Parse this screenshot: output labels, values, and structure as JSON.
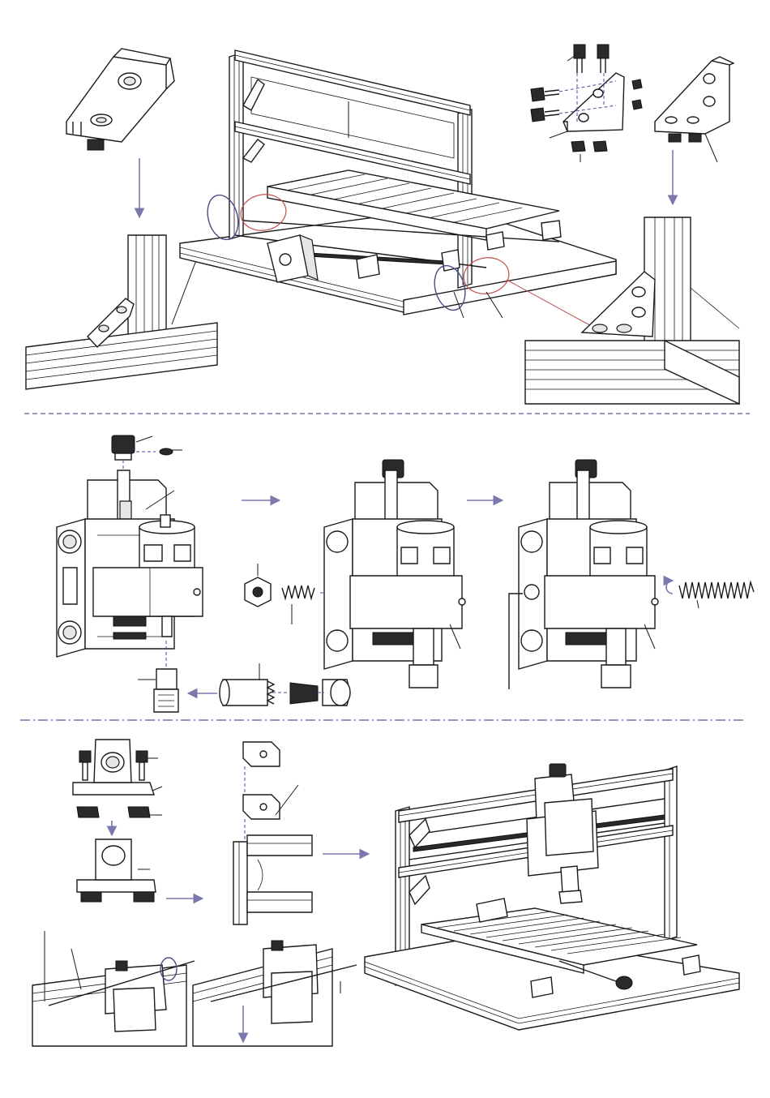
{
  "sheet": {
    "background": "#ffffff",
    "line_color": "#1a1a1a",
    "arrow_color": "#7b78ad",
    "divider_color": "#5a5aa0",
    "highlight_blue": "#4a4a8a",
    "highlight_red": "#c0504d"
  },
  "sections": [
    {
      "id": "frame-assembly",
      "icons": [
        "corner-bracket-icon",
        "aluminum-frame-icon",
        "screw-icon",
        "t-nut-icon"
      ]
    },
    {
      "id": "spindle-assembly",
      "icons": [
        "stepper-motor-icon",
        "spindle-motor-icon",
        "spring-icon",
        "nut-icon",
        "collet-icon"
      ]
    },
    {
      "id": "gantry-assembly",
      "icons": [
        "shaft-support-icon",
        "clip-icon",
        "cnc-machine-icon"
      ]
    }
  ]
}
